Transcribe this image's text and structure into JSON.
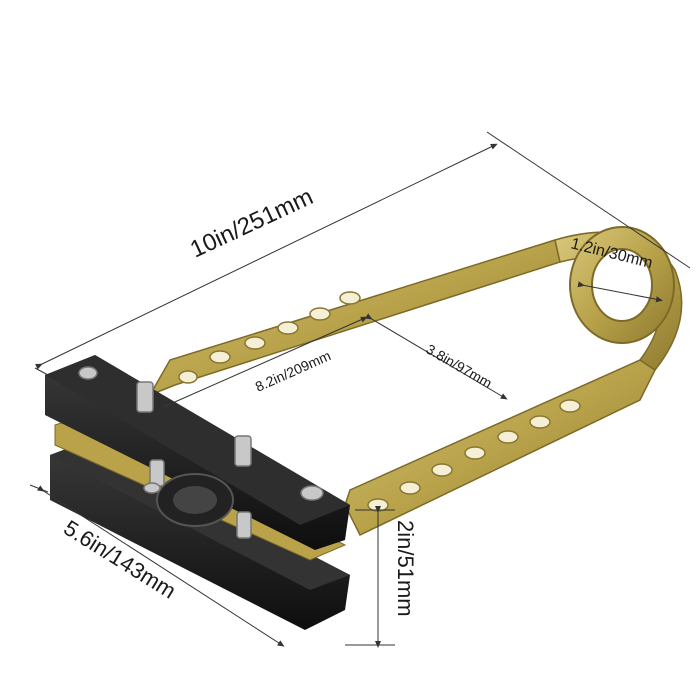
{
  "dimensions": {
    "length": "10in/251mm",
    "ring": "1.2in/30mm",
    "inner_length": "8.2in/209mm",
    "inner_width": "3.8in/97mm",
    "block_width": "5.6in/143mm",
    "height": "2in/51mm"
  },
  "colors": {
    "frame": "#c9b25a",
    "frame_dark": "#8f7a34",
    "block": "#1c1c1c",
    "bolt": "#c8c8c8",
    "line": "#333333"
  }
}
